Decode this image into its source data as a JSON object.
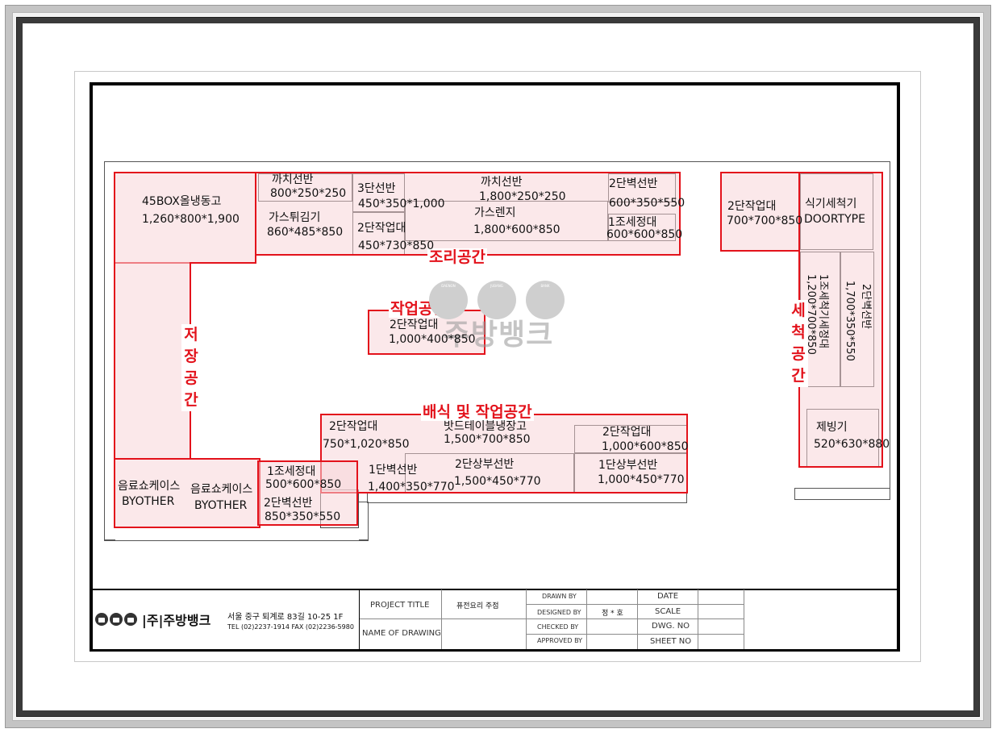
{
  "zones": {
    "storage": "저장공간",
    "cooking": "조리공간",
    "work": "작업공간",
    "washing": "세척공간",
    "serving": "배식 및 작업공간"
  },
  "equipment": {
    "freezer_name": "45BOX올냉동고",
    "freezer_size": "1,260*800*1,900",
    "shelf1_name": "까치선반",
    "shelf1_size": "800*250*250",
    "fryer_name": "가스튀김기",
    "fryer_size": "860*485*850",
    "shelf3_name": "3단선반",
    "shelf3_size": "450*350*1,000",
    "worktable_small_name": "2단작업대",
    "worktable_small_size": "450*730*850",
    "shelf_long_name": "까치선반",
    "shelf_long_size": "1,800*250*250",
    "range_name": "가스렌지",
    "range_size": "1,800*600*850",
    "wall_shelf_name": "2단벽선반",
    "wall_shelf_size": "600*350*550",
    "sink1_name": "1조세정대",
    "sink1_size": "600*600*850",
    "work_table_name": "2단작업대",
    "work_table_size": "1,000*400*850",
    "dish_table_name": "2단작업대",
    "dish_table_size": "700*700*850",
    "dishwasher_name": "식기세척기",
    "dishwasher_type": "DOORTYPE",
    "wash_sink_name": "1조세척기세정대",
    "wash_sink_size": "1,200*700*850",
    "wash_shelf_name": "2단벽선반",
    "wash_shelf_size": "1,700*350*550",
    "ice_name": "제빙기",
    "ice_size": "520*630*880",
    "serve_table_name": "2단작업대",
    "serve_table_size": "750*1,020*850",
    "bandtable_name": "밧드테이블냉장고",
    "bandtable_size": "1,500*700*850",
    "right_table_name": "2단작업대",
    "right_table_size": "1,000*600*850",
    "showcase1_name": "음료쇼케이스",
    "showcase1_brand": "BYOTHER",
    "showcase2_name": "음료쇼케이스",
    "showcase2_brand": "BYOTHER",
    "sink2_name": "1조세정대",
    "sink2_size": "500*600*850",
    "wall_shelf2_name": "2단벽선반",
    "wall_shelf2_size": "850*350*550",
    "wall_shelf1_name": "1단벽선반",
    "wall_shelf1_size": "1,400*350*770",
    "upper_shelf2_name": "2단상부선반",
    "upper_shelf2_size": "1,500*450*770",
    "upper_shelf1_name": "1단상부선반",
    "upper_shelf1_size": "1,000*450*770"
  },
  "watermark": {
    "captions": [
      "DAENON",
      "JUBANG",
      "BANK"
    ],
    "text": "주방뱅크"
  },
  "title_block": {
    "company": "|주|주방뱅크",
    "address": "서울 중구 퇴계로 83길 10-25 1F",
    "tel": "TEL (02)2237-1914 FAX (02)2236-5980",
    "project_title_label": "PROJECT TITLE",
    "project_title": "퓨전요리 주점",
    "name_of_drawing_label": "NAME OF DRAWING",
    "drawn_by": "DRAWN BY",
    "designed_by": "DESIGNED BY",
    "designer": "정 * 호",
    "checked_by": "CHECKED BY",
    "approved_by": "APPROVED BY",
    "date": "DATE",
    "scale": "SCALE",
    "dwg_no": "DWG. NO",
    "sheet_no": "SHEET NO"
  },
  "colors": {
    "zone_outline": "#e3121b",
    "zone_fill": "#f8d6d8"
  }
}
